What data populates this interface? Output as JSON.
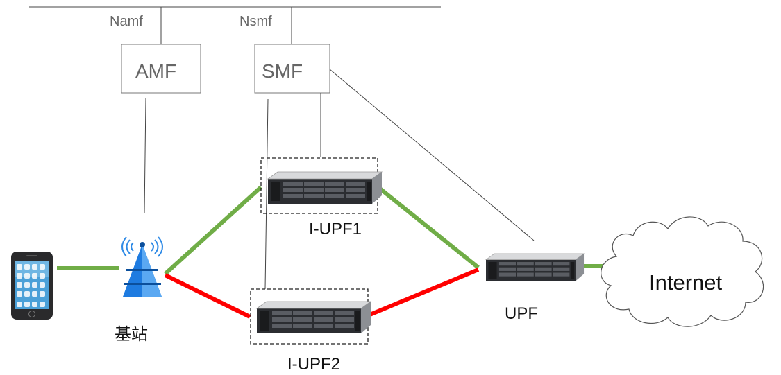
{
  "interfaces": {
    "namf": "Namf",
    "nsmf": "Nsmf"
  },
  "nodes": {
    "amf": "AMF",
    "smf": "SMF",
    "iupf1": "I-UPF1",
    "iupf2": "I-UPF2",
    "upf": "UPF",
    "base_station": "基站",
    "internet": "Internet"
  },
  "colors": {
    "active_path": "#70ad47",
    "alternate_path": "#ff0000",
    "control_line": "#444444",
    "box_border": "#777777"
  }
}
